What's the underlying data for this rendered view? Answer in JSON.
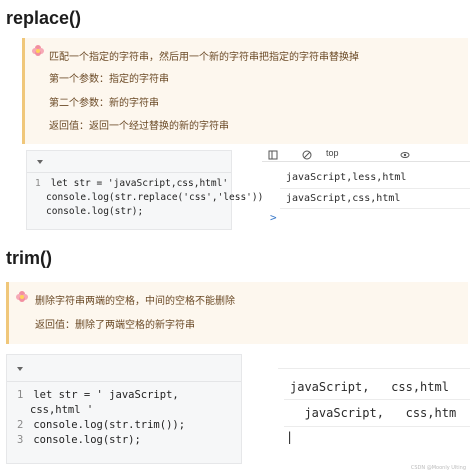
{
  "section1": {
    "title": "replace()",
    "tip_lines": [
      "匹配一个指定的字符串，然后用一个新的字符串把指定的字符串替换掉",
      "第一个参数：指定的字符串",
      "第二个参数：新的字符串",
      "返回值：返回一个经过替换的新的字符串"
    ],
    "code": {
      "line1_num": "1",
      "line1": "let str = 'javaScript,css,html'",
      "line2": "console.log(str.replace('css','less'));",
      "line3": "console.log(str);"
    },
    "console": {
      "toolbar_text": "top",
      "outputs": [
        "javaScript,less,html",
        "javaScript,css,html"
      ],
      "prompt": ">"
    }
  },
  "section2": {
    "title": "trim()",
    "tip_lines": [
      "删除字符串两端的空格，中间的空格不能删除",
      "返回值：删除了两端空格的新字符串"
    ],
    "code": {
      "line1_num": "1",
      "line1a": "let str = '  javaScript,",
      "line1b": "css,html  '",
      "line2_num": "2",
      "line2": "console.log(str.trim());",
      "line3_num": "3",
      "line3": "console.log(str);"
    },
    "console": {
      "outputs": [
        "javaScript,   css,html",
        "  javaScript,   css,htm"
      ],
      "cursor": "|"
    }
  },
  "watermark": "CSDN @Moonly Ulting",
  "colors": {
    "tip_background": "#fdf7ee",
    "tip_border": "#f0c77a",
    "tip_text": "#6b4a26",
    "code_background": "#f6f7f8",
    "console_prompt": "#3a79c9"
  },
  "icons": [
    "flower-emoji-icon",
    "collapse-triangle-icon",
    "console-prompt-chevron-icon",
    "text-cursor-icon"
  ]
}
